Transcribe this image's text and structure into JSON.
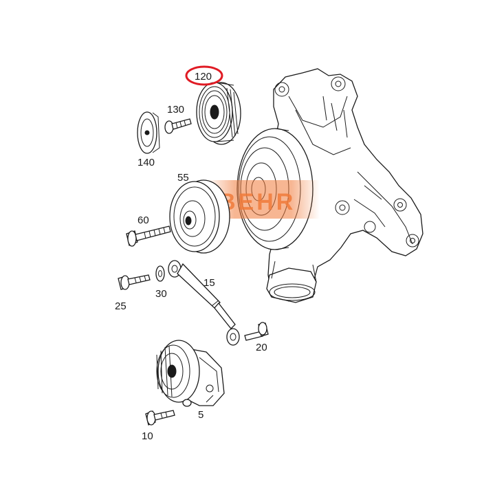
{
  "callouts": {
    "p120": "120",
    "p130": "130",
    "p140": "140",
    "p55": "55",
    "p60": "60",
    "p15": "15",
    "p25": "25",
    "p30": "30",
    "p20": "20",
    "p5": "5",
    "p10": "10"
  },
  "highlight": {
    "callout": "120",
    "color": "#e01b24"
  },
  "watermark": {
    "text": "BEHR",
    "color": "#f07a3a"
  },
  "line_color": "#1a1a1a"
}
